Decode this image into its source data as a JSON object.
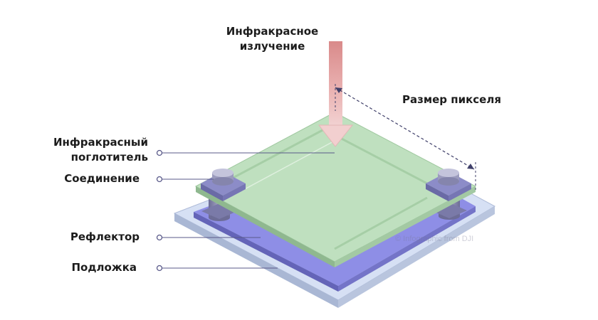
{
  "title": {
    "line1": "Инфракрасное",
    "line2": "излучение"
  },
  "pixel_size_label": "Размер пикселя",
  "labels": {
    "absorber_line1": "Инфракрасный",
    "absorber_line2": "поглотитель",
    "connection": "Соединение",
    "reflector": "Рефлектор",
    "substrate": "Подложка"
  },
  "watermark": "© Infographic from DJI",
  "colors": {
    "absorber": "#bfe0bf",
    "reflector": "#8e8ee6",
    "substrate": "#d6e0f4",
    "arrow": "#e8b2b2",
    "leader": "#5a5a8a"
  }
}
